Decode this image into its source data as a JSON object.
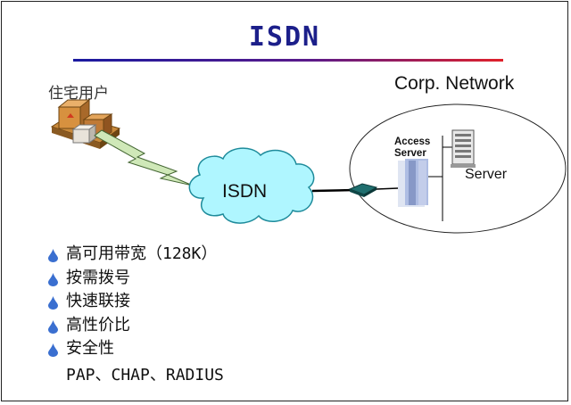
{
  "title": "ISDN",
  "home_user_label": "住宅用户",
  "corp_network_label": "Corp. Network",
  "access_server_label": "Access Server",
  "server_label": "Server",
  "cloud_label": "ISDN",
  "bullets": [
    "高可用带宽（128K）",
    "按需拨号",
    "快速联接",
    "高性价比",
    "安全性"
  ],
  "security_protocols": "PAP、CHAP、RADIUS",
  "colors": {
    "title": "#1c1f8a",
    "rule_start": "#1a1aa0",
    "rule_end": "#e0202a",
    "cloud_fill": "#aff6ff",
    "bullet": "#3a6fd0"
  },
  "icons": [
    "house-boxes-icon",
    "lightning-bolt-icon",
    "cloud-icon",
    "modem-icon",
    "access-server-icon",
    "server-rack-icon",
    "bullet-drop-icon"
  ]
}
